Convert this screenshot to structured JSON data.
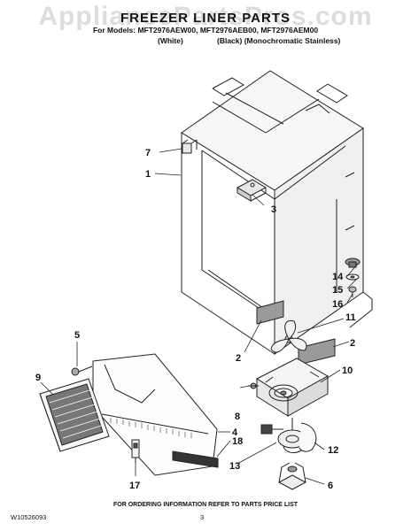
{
  "watermark": "AppliancePartsPros.com",
  "title": "FREEZER LINER PARTS",
  "models_line": "For Models: MFT2976AEW00, MFT2976AEB00, MFT2976AEM00",
  "colors": {
    "white": "(White)",
    "black_stainless": "(Black) (Monochromatic Stainless)"
  },
  "callouts": {
    "c1": "1",
    "c2a": "2",
    "c2b": "2",
    "c3": "3",
    "c4": "4",
    "c5": "5",
    "c6": "6",
    "c7": "7",
    "c8": "8",
    "c9": "9",
    "c10": "10",
    "c11": "11",
    "c12": "12",
    "c13": "13",
    "c14": "14",
    "c15": "15",
    "c16": "16",
    "c17": "17",
    "c18": "18"
  },
  "footer": "FOR ORDERING INFORMATION REFER TO PARTS PRICE LIST",
  "doc_number": "W10526093",
  "page_number": "3"
}
